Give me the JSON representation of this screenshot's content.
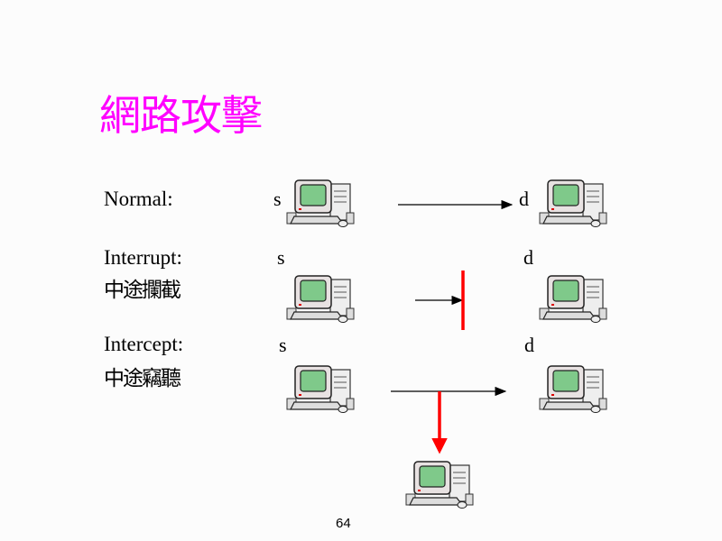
{
  "title": "網路攻擊",
  "rows": [
    {
      "label": "Normal:",
      "source": "s",
      "dest": "d"
    },
    {
      "label": "Interrupt:",
      "sublabel": "中途攔截",
      "source": "s",
      "dest": "d"
    },
    {
      "label": "Intercept:",
      "sublabel": "中途竊聽",
      "source": "s",
      "dest": "d"
    }
  ],
  "page_number": "64",
  "colors": {
    "title": "#ff00ff",
    "attack": "#ff0000",
    "screen": "#7fc98a"
  }
}
